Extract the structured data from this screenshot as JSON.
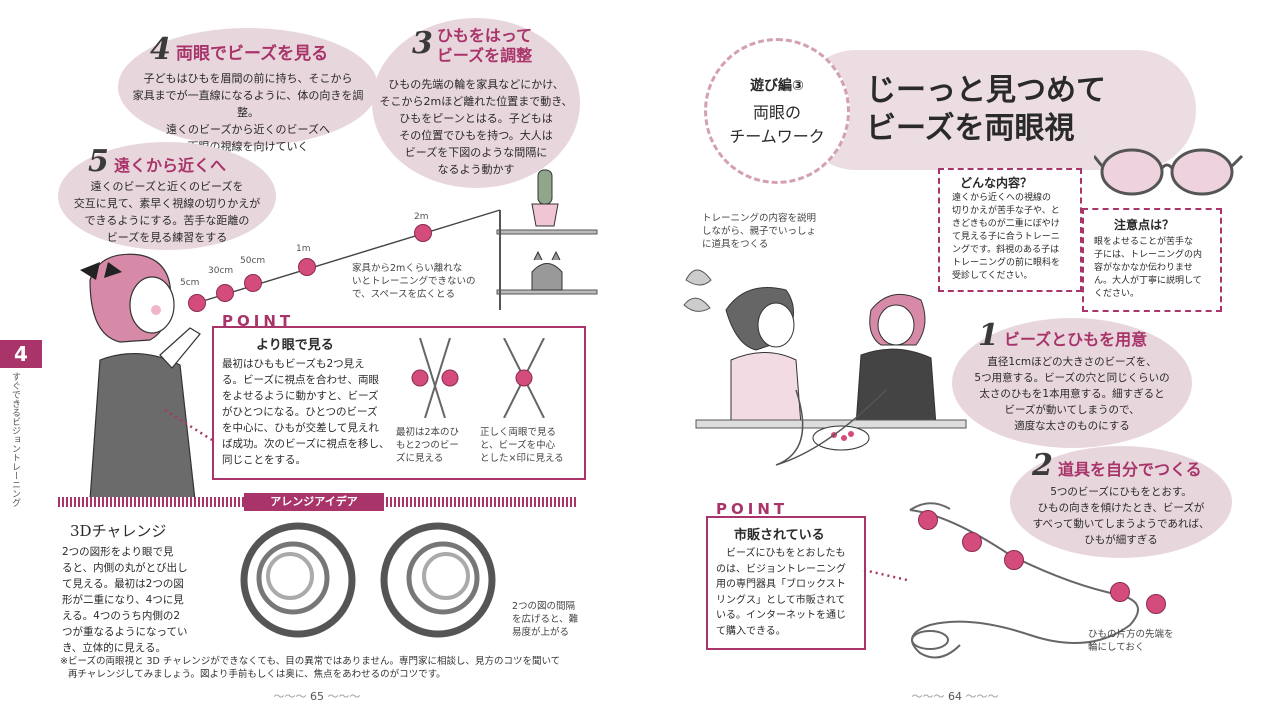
{
  "left_page": {
    "step4": {
      "num": "4",
      "title": "両眼でビーズを見る",
      "lines": [
        "子どもはひもを眉間の前に持ち、そこから",
        "家具までが一直線になるように、体の向きを調整。",
        "遠くのビーズから近くのビーズへ",
        "両眼の視線を向けていく"
      ]
    },
    "step3": {
      "num": "3",
      "title_lines": [
        "ひもをはって",
        "ビーズを調整"
      ],
      "lines": [
        "ひもの先端の輪を家具などにかけ、",
        "そこから2mほど離れた位置まで動き、",
        "ひもをピーンとはる。子どもは",
        "その位置でひもを持つ。大人は",
        "ビーズを下図のような間隔に",
        "なるよう動かす"
      ]
    },
    "step5": {
      "num": "5",
      "title": "遠くから近くへ",
      "lines": [
        "遠くのビーズと近くのビーズを",
        "交互に見て、素早く視線の切りかえが",
        "できるようにする。苦手な距離の",
        "ビーズを見る練習をする"
      ]
    },
    "distances": [
      "5cm",
      "30cm",
      "50cm",
      "1m",
      "2m"
    ],
    "distance_note": [
      "家具から2mくらい離れな",
      "いとトレーニングできないの",
      "で、スペースを広くとる"
    ],
    "point_label": "POINT",
    "point_box": {
      "title": "より眼で見る",
      "lines": [
        "最初はひももビーズも2つ見え",
        "る。ビーズに視点を合わせ、両眼",
        "をよせるように動かすと、ビーズ",
        "がひとつになる。ひとつのビーズ",
        "を中心に、ひもが交差して見えれ",
        "ば成功。次のビーズに視点を移し、",
        "同じことをする。"
      ],
      "caption_a": [
        "最初は2本のひ",
        "もと2つのビー",
        "ズに見える"
      ],
      "caption_b": [
        "正しく両眼で見る",
        "と、ビーズを中心",
        "とした×印に見える"
      ]
    },
    "side_tab_num": "4",
    "side_tab_text": "すぐできるビジョントレーニング",
    "arrange_label": "アレンジアイデア",
    "challenge_title": "3Dチャレンジ",
    "challenge_lines": [
      "2つの図形をより眼で見",
      "ると、内側の丸がとび出し",
      "て見える。最初は2つの図",
      "形が二重になり、4つに見",
      "える。4つのうち内側の2",
      "つが重なるようになってい",
      "き、立体的に見える。"
    ],
    "rings_note": [
      "2つの図の間隔",
      "を広げると、難",
      "易度が上がる"
    ],
    "footnote": [
      "※ビーズの両眼視と 3D チャレンジができなくても、目の異常ではありません。専門家に相談し、見方のコツを聞いて",
      "再チャレンジしてみましょう。図より手前もしくは奥に、焦点をあわせるのがコツです。"
    ],
    "page_number": "65"
  },
  "right_page": {
    "badge_line1": "遊び編③",
    "badge_line2": "両眼の",
    "badge_line3": "チームワーク",
    "headline_1": "じーっと見つめて",
    "headline_2": "ビーズを両眼視",
    "what_title": "どんな内容？",
    "what_lines": [
      "遠くから近くへの視線の",
      "切りかえが苦手な子や、と",
      "きどきものが二重にぼやけ",
      "て見える子に合うトレーニ",
      "ングです。斜視のある子は",
      "トレーニングの前に眼科を",
      "受診してください。"
    ],
    "caution_title": "注意点は？",
    "caution_lines": [
      "眼をよせることが苦手な",
      "子には、トレーニングの内",
      "容がなかなか伝わりませ",
      "ん。大人が丁寧に説明して",
      "ください。"
    ],
    "illustration_note": [
      "トレーニングの内容を説明",
      "しながら、親子でいっしょ",
      "に道具をつくる"
    ],
    "step1": {
      "num": "1",
      "title": "ビーズとひもを用意",
      "lines": [
        "直径1cmほどの大きさのビーズを、",
        "5つ用意する。ビーズの穴と同じくらいの",
        "太さのひもを1本用意する。細すぎると",
        "ビーズが動いてしまうので、",
        "適度な太さのものにする"
      ]
    },
    "step2": {
      "num": "2",
      "title": "道具を自分でつくる",
      "lines": [
        "5つのビーズにひもをとおす。",
        "ひもの向きを傾けたとき、ビーズが",
        "すべって動いてしまうようであれば、",
        "ひもが細すぎる"
      ]
    },
    "point_label": "POINT",
    "point_box": {
      "title": "市販されている",
      "lines": [
        "ビーズにひもをとおしたも",
        "のは、ビジョントレーニング",
        "用の専門器具「ブロックスト",
        "リングス」として市販されて",
        "いる。インターネットを通じ",
        "て購入できる。"
      ]
    },
    "loop_note": [
      "ひもの片方の先端を",
      "輪にしておく"
    ],
    "page_number": "64"
  },
  "colors": {
    "accent": "#a8346a",
    "blob": "#e8d6dd",
    "bead": "#d44c7c"
  }
}
